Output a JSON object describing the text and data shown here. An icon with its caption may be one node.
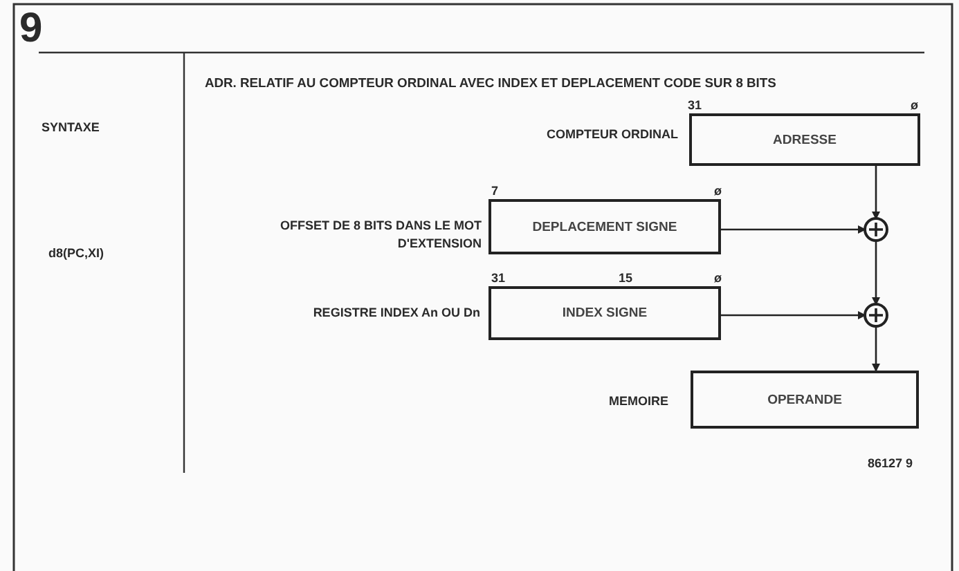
{
  "diagram": {
    "title": "ADR. RELATIF AU COMPTEUR ORDINAL AVEC INDEX ET DEPLACEMENT CODE SUR 8 BITS",
    "nodes": [
      {
        "text": [
          "ADRESSE"
        ],
        "beside": [
          "COMPTEUR ORDINAL",
          "31",
          "ø"
        ]
      },
      {
        "text": [
          "DEPLACEMENT SIGNE"
        ],
        "beside": [
          "OFFSET DE 8 BITS DANS LE MOT D'EXTENSION",
          "7",
          "ø"
        ]
      },
      {
        "text": [],
        "shape": "circle"
      },
      {
        "text": [
          "INDEX SIGNE"
        ],
        "beside": [
          "REGISTRE INDEX An OU Dn",
          "31",
          "15",
          "ø"
        ]
      },
      {
        "text": [],
        "shape": "circle"
      },
      {
        "text": [
          "OPERANDE"
        ],
        "beside": [
          "MEMOIRE"
        ]
      }
    ],
    "edges": [
      {
        "from": 0,
        "to": 2,
        "arrow": "to"
      },
      {
        "from": 1,
        "to": 2,
        "arrow": "to"
      },
      {
        "from": 2,
        "to": 4,
        "arrow": "to"
      },
      {
        "from": 3,
        "to": 4,
        "arrow": "to"
      },
      {
        "from": 4,
        "to": 5,
        "arrow": "to"
      }
    ],
    "labels": [
      "9",
      "SYNTAXE",
      "d8(PC,XI)",
      "86127 9"
    ]
  }
}
